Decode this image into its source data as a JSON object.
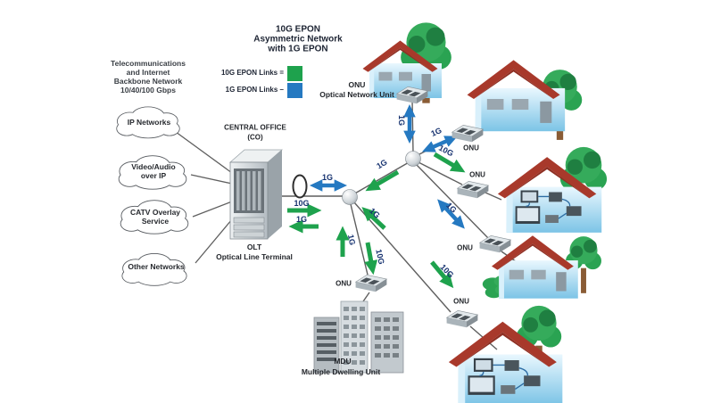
{
  "title": {
    "line1": "10G EPON",
    "line2": "Asymmetric Network",
    "line3": "with 1G EPON"
  },
  "legend": {
    "green_label": "10G EPON Links =",
    "blue_label": "1G EPON Links –",
    "green_color": "#1ea24d",
    "blue_color": "#2579c1"
  },
  "backbone": {
    "line1": "Telecommunications",
    "line2": "and Internet",
    "line3": "Backbone Network",
    "line4": "10/40/100 Gbps"
  },
  "clouds": {
    "ip": "IP Networks",
    "video_line1": "Video/Audio",
    "video_line2": "over IP",
    "catv_line1": "CATV Overlay",
    "catv_line2": "Service",
    "other": "Other Networks"
  },
  "central_office": {
    "line1": "CENTRAL OFFICE",
    "line2": "(CO)"
  },
  "olt": {
    "abbr": "OLT",
    "name": "Optical Line Terminal"
  },
  "onu": {
    "abbr": "ONU",
    "name": "Optical Network Unit"
  },
  "onu_labels": {
    "b": "ONU",
    "c": "ONU",
    "d": "ONU",
    "e": "ONU",
    "mdu": "ONU"
  },
  "mdu": {
    "abbr": "MDU",
    "name": "Multiple Dwelling Unit"
  },
  "link_labels": {
    "feeder_blue": "1G",
    "feeder_down": "10G",
    "feeder_up": "1G",
    "trunk_up": "1G",
    "onu_a": "1G",
    "onu_b": "1G",
    "onu_c": "10G",
    "onu_d": "1G",
    "mdu_up": "1G",
    "mdu_down": "10G",
    "house_e_up": "1G",
    "house_e_down": "10G"
  },
  "colors": {
    "green": "#1ea24d",
    "blue": "#2579c1",
    "label_navy": "#15316f",
    "roof": "#a8392b",
    "house": "#9ed4ef"
  }
}
